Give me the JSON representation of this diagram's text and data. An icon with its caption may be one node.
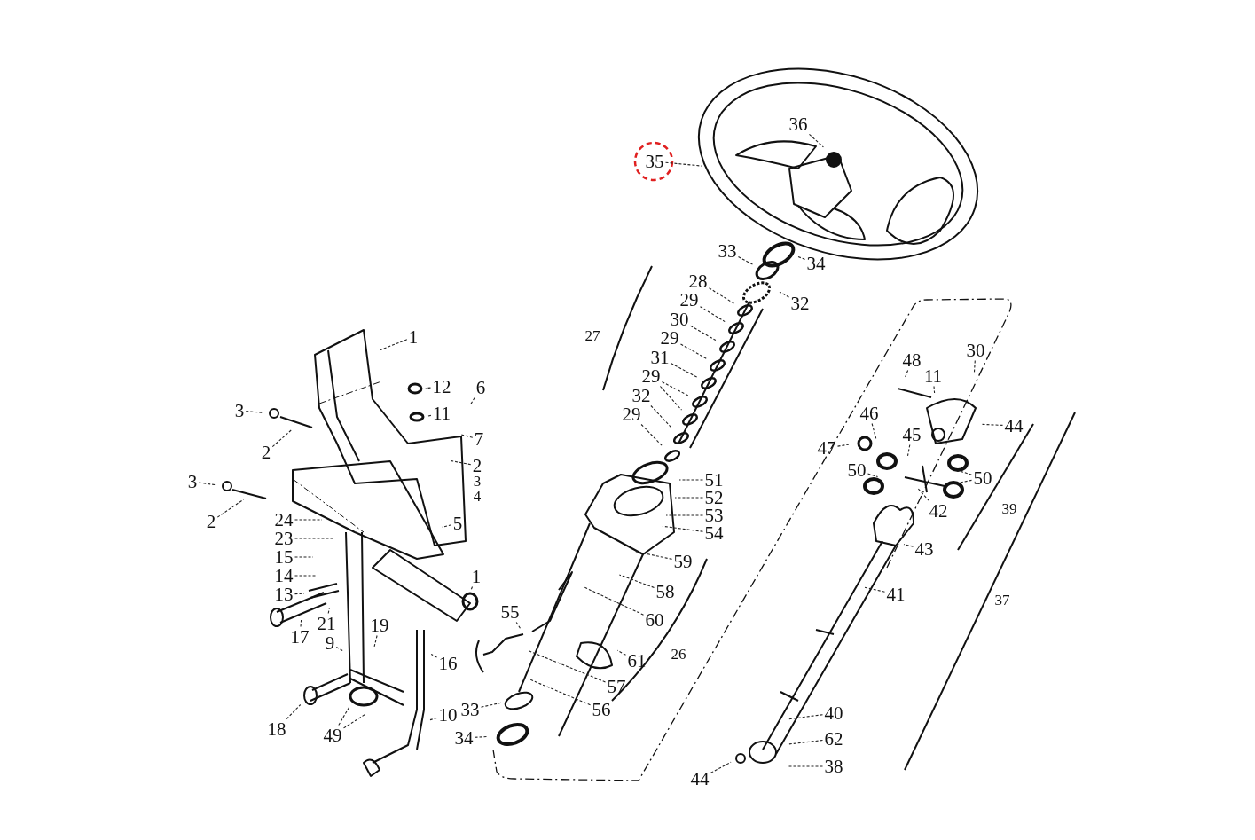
{
  "diagram": {
    "nodes": [
      {
        "text": [
          "35"
        ]
      },
      {
        "text": [
          "36"
        ]
      },
      {
        "text": [
          "33"
        ]
      },
      {
        "text": [
          "34"
        ]
      },
      {
        "text": [
          "32"
        ]
      },
      {
        "text": [
          "28"
        ]
      },
      {
        "text": [
          "29"
        ]
      },
      {
        "text": [
          "30"
        ]
      },
      {
        "text": [
          "29"
        ]
      },
      {
        "text": [
          "31"
        ]
      },
      {
        "text": [
          "29"
        ]
      },
      {
        "text": [
          "32"
        ]
      },
      {
        "text": [
          "29"
        ]
      },
      {
        "text": [
          "1"
        ]
      },
      {
        "text": [
          "12"
        ]
      },
      {
        "text": [
          "11"
        ]
      },
      {
        "text": [
          "6"
        ]
      },
      {
        "text": [
          "3"
        ]
      },
      {
        "text": [
          "2"
        ]
      },
      {
        "text": [
          "7"
        ]
      },
      {
        "text": [
          "2"
        ]
      },
      {
        "text": [
          "3"
        ]
      },
      {
        "text": [
          "2"
        ]
      },
      {
        "text": [
          "5"
        ]
      },
      {
        "text": [
          "24"
        ]
      },
      {
        "text": [
          "23"
        ]
      },
      {
        "text": [
          "15"
        ]
      },
      {
        "text": [
          "14"
        ]
      },
      {
        "text": [
          "13"
        ]
      },
      {
        "text": [
          "1"
        ]
      },
      {
        "text": [
          "17"
        ]
      },
      {
        "text": [
          "21"
        ]
      },
      {
        "text": [
          "9"
        ]
      },
      {
        "text": [
          "19"
        ]
      },
      {
        "text": [
          "16"
        ]
      },
      {
        "text": [
          "18"
        ]
      },
      {
        "text": [
          "49"
        ]
      },
      {
        "text": [
          "10"
        ]
      },
      {
        "text": [
          "33"
        ]
      },
      {
        "text": [
          "34"
        ]
      },
      {
        "text": [
          "51"
        ]
      },
      {
        "text": [
          "52"
        ]
      },
      {
        "text": [
          "53"
        ]
      },
      {
        "text": [
          "54"
        ]
      },
      {
        "text": [
          "59"
        ]
      },
      {
        "text": [
          "58"
        ]
      },
      {
        "text": [
          "60"
        ]
      },
      {
        "text": [
          "61"
        ]
      },
      {
        "text": [
          "55"
        ]
      },
      {
        "text": [
          "57"
        ]
      },
      {
        "text": [
          "56"
        ]
      },
      {
        "text": [
          "48"
        ]
      },
      {
        "text": [
          "30"
        ]
      },
      {
        "text": [
          "11"
        ]
      },
      {
        "text": [
          "44"
        ]
      },
      {
        "text": [
          "46"
        ]
      },
      {
        "text": [
          "45"
        ]
      },
      {
        "text": [
          "47"
        ]
      },
      {
        "text": [
          "50"
        ]
      },
      {
        "text": [
          "50"
        ]
      },
      {
        "text": [
          "42"
        ]
      },
      {
        "text": [
          "43"
        ]
      },
      {
        "text": [
          "41"
        ]
      },
      {
        "text": [
          "40"
        ]
      },
      {
        "text": [
          "62"
        ]
      },
      {
        "text": [
          "38"
        ]
      },
      {
        "text": [
          "44"
        ]
      },
      {
        "text": [],
        "shape": "circle"
      },
      {
        "text": [],
        "shape": "circle"
      },
      {
        "text": [],
        "shape": "circle"
      },
      {
        "text": [],
        "shape": "circle"
      },
      {
        "text": [],
        "shape": "circle"
      },
      {
        "text": [],
        "shape": "circle"
      },
      {
        "text": [],
        "shape": "circle"
      },
      {
        "text": [],
        "shape": "circle"
      },
      {
        "text": [],
        "shape": "circle"
      }
    ],
    "edges": [
      {
        "from": 0,
        "to": null,
        "arrow": "none"
      },
      {
        "from": 1,
        "to": null,
        "arrow": "none"
      },
      {
        "from": 2,
        "to": null,
        "arrow": "none"
      },
      {
        "from": 3,
        "to": null,
        "arrow": "none"
      },
      {
        "from": 4,
        "to": null,
        "arrow": "none"
      },
      {
        "from": 5,
        "to": 67,
        "arrow": "none"
      },
      {
        "from": 6,
        "to": 68,
        "arrow": "none"
      },
      {
        "from": 7,
        "to": 69,
        "arrow": "none"
      },
      {
        "from": 8,
        "to": 70,
        "arrow": "none"
      },
      {
        "from": 9,
        "to": 71,
        "arrow": "none"
      },
      {
        "from": 10,
        "to": 72,
        "arrow": "none"
      },
      {
        "from": 11,
        "to": 74,
        "arrow": "none"
      },
      {
        "from": 12,
        "to": 75,
        "arrow": "none"
      },
      {
        "from": 13,
        "to": null,
        "arrow": "none"
      },
      {
        "from": 14,
        "to": null,
        "arrow": "none"
      },
      {
        "from": 15,
        "to": null,
        "arrow": "none"
      },
      {
        "from": 16,
        "to": null,
        "arrow": "none"
      },
      {
        "from": 17,
        "to": null,
        "arrow": "none"
      },
      {
        "from": 18,
        "to": null,
        "arrow": "none"
      },
      {
        "from": 19,
        "to": null,
        "arrow": "none"
      },
      {
        "from": 20,
        "to": null,
        "arrow": "none"
      },
      {
        "from": 21,
        "to": null,
        "arrow": "none"
      },
      {
        "from": 22,
        "to": null,
        "arrow": "none"
      },
      {
        "from": 23,
        "to": null,
        "arrow": "none"
      },
      {
        "from": 24,
        "to": null,
        "arrow": "none"
      },
      {
        "from": 25,
        "to": null,
        "arrow": "none"
      },
      {
        "from": 26,
        "to": null,
        "arrow": "none"
      },
      {
        "from": 27,
        "to": null,
        "arrow": "none"
      },
      {
        "from": 28,
        "to": null,
        "arrow": "none"
      },
      {
        "from": 29,
        "to": null,
        "arrow": "none"
      },
      {
        "from": 30,
        "to": null,
        "arrow": "none"
      },
      {
        "from": 31,
        "to": null,
        "arrow": "none"
      },
      {
        "from": 32,
        "to": null,
        "arrow": "none"
      },
      {
        "from": 33,
        "to": null,
        "arrow": "none"
      },
      {
        "from": 34,
        "to": null,
        "arrow": "none"
      },
      {
        "from": 35,
        "to": null,
        "arrow": "none"
      },
      {
        "from": 36,
        "to": null,
        "arrow": "none"
      },
      {
        "from": 37,
        "to": null,
        "arrow": "none"
      },
      {
        "from": 38,
        "to": null,
        "arrow": "none"
      },
      {
        "from": 39,
        "to": null,
        "arrow": "none"
      },
      {
        "from": 40,
        "to": null,
        "arrow": "none"
      },
      {
        "from": 41,
        "to": null,
        "arrow": "none"
      },
      {
        "from": 42,
        "to": null,
        "arrow": "none"
      },
      {
        "from": 43,
        "to": null,
        "arrow": "none"
      },
      {
        "from": 44,
        "to": null,
        "arrow": "none"
      },
      {
        "from": 45,
        "to": null,
        "arrow": "none"
      },
      {
        "from": 46,
        "to": null,
        "arrow": "none"
      },
      {
        "from": 47,
        "to": null,
        "arrow": "none"
      },
      {
        "from": 48,
        "to": null,
        "arrow": "none"
      },
      {
        "from": 49,
        "to": null,
        "arrow": "none"
      },
      {
        "from": 50,
        "to": null,
        "arrow": "none"
      },
      {
        "from": 51,
        "to": null,
        "arrow": "none"
      },
      {
        "from": 52,
        "to": null,
        "arrow": "none"
      },
      {
        "from": 53,
        "to": null,
        "arrow": "none"
      },
      {
        "from": 54,
        "to": null,
        "arrow": "none"
      },
      {
        "from": 55,
        "to": null,
        "arrow": "none"
      },
      {
        "from": 56,
        "to": null,
        "arrow": "none"
      },
      {
        "from": 57,
        "to": null,
        "arrow": "none"
      },
      {
        "from": 58,
        "to": null,
        "arrow": "none"
      },
      {
        "from": 59,
        "to": null,
        "arrow": "none"
      },
      {
        "from": 60,
        "to": null,
        "arrow": "none"
      },
      {
        "from": 61,
        "to": null,
        "arrow": "none"
      },
      {
        "from": 62,
        "to": null,
        "arrow": "none"
      },
      {
        "from": 63,
        "to": null,
        "arrow": "none"
      },
      {
        "from": 64,
        "to": null,
        "arrow": "none"
      },
      {
        "from": 65,
        "to": null,
        "arrow": "none"
      },
      {
        "from": 66,
        "to": null,
        "arrow": "none"
      },
      {
        "from": 10,
        "to": 73,
        "arrow": "none"
      },
      {
        "from": 36,
        "to": null,
        "arrow": "none"
      },
      {
        "from": 59,
        "to": null,
        "arrow": "none"
      }
    ],
    "labels": [
      "27",
      "3",
      "4",
      "39",
      "37",
      "26"
    ]
  }
}
